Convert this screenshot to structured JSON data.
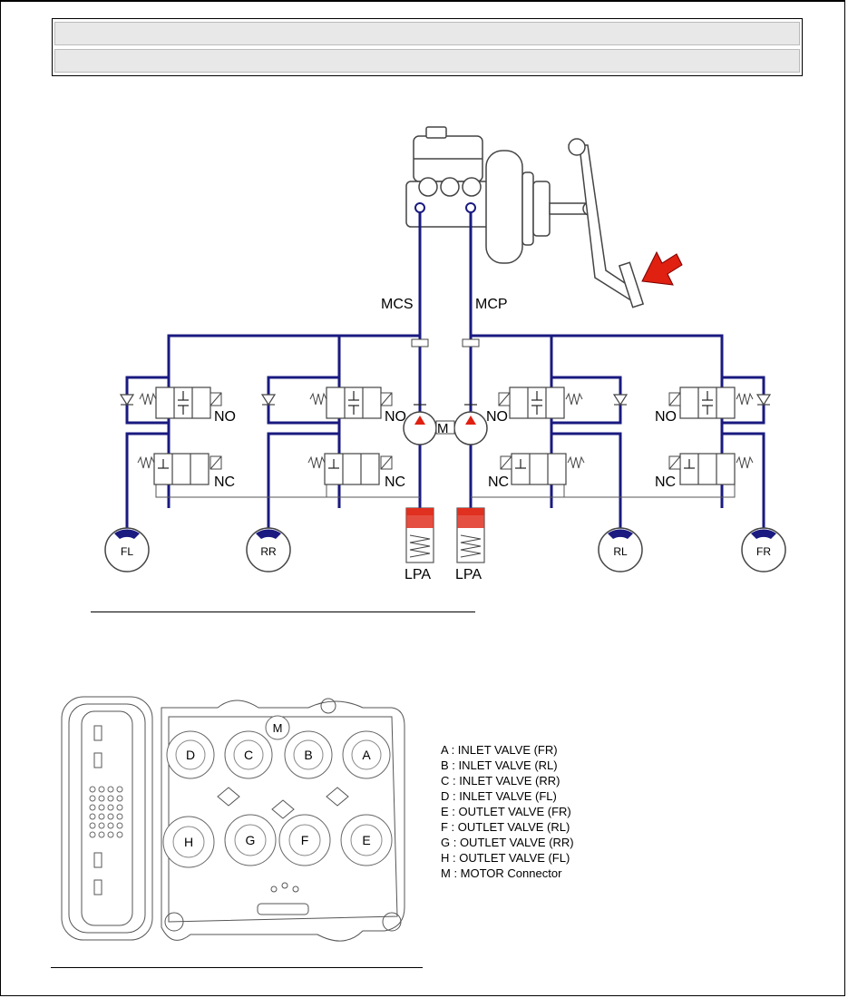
{
  "hydraulic_diagram": {
    "circuit_labels": {
      "mcs": "MCS",
      "mcp": "MCP"
    },
    "valve_labels": {
      "no": "NO",
      "nc": "NC",
      "motor": "M"
    },
    "accumulator_label": "LPA",
    "wheels": {
      "fl": "FL",
      "rr": "RR",
      "rl": "RL",
      "fr": "FR"
    }
  },
  "colors": {
    "line": "#1a1a80",
    "accent": "#e03020"
  },
  "hcu_diagram": {
    "ports": {
      "m": "M",
      "a": "A",
      "b": "B",
      "c": "C",
      "d": "D",
      "e": "E",
      "f": "F",
      "g": "G",
      "h": "H"
    },
    "legend": [
      "A : INLET VALVE (FR)",
      "B : INLET VALVE (RL)",
      "C : INLET VALVE (RR)",
      "D : INLET VALVE (FL)",
      "E : OUTLET VALVE (FR)",
      "F : OUTLET VALVE (RL)",
      "G : OUTLET VALVE (RR)",
      "H : OUTLET VALVE (FL)",
      "M : MOTOR Connector"
    ]
  }
}
